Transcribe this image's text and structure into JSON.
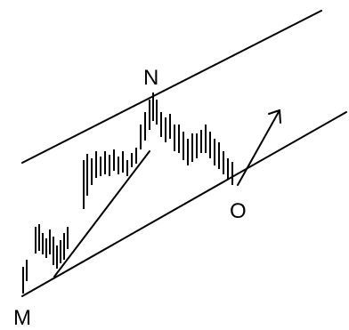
{
  "labels": {
    "m": "M",
    "n": "N",
    "o": "O"
  },
  "colors": {
    "ink": "#000000",
    "background": "#ffffff"
  }
}
